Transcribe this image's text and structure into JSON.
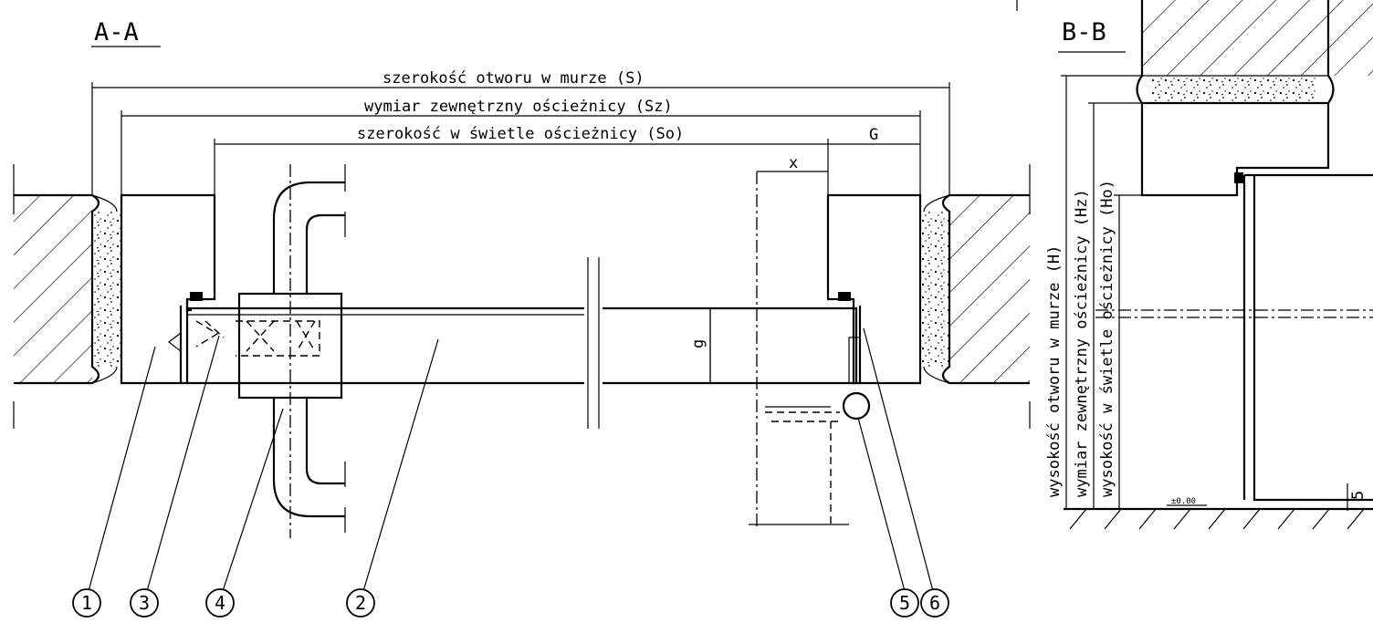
{
  "section_aa": {
    "title": "A-A",
    "dim_opening_width": "szerokość otworu w murze (S)",
    "dim_frame_outer_width": "wymiar zewnętrzny ościeżnicy (Sz)",
    "dim_frame_clear_width": "szerokość w świetle ościeżnicy (So)",
    "dim_g_upper": "G",
    "dim_x": "x",
    "dim_g_lower": "g"
  },
  "section_bb": {
    "title": "B-B",
    "dim_opening_height": "wysokość otworu w murze (H)",
    "dim_frame_outer_height": "wymiar zewnętrzny ościeżnicy (Hz)",
    "dim_frame_clear_height": "wysokość w świetle ościeżnicy (Ho)",
    "level_mark": "±0.00",
    "dim_5": "5"
  },
  "callouts": [
    "1",
    "3",
    "4",
    "2",
    "5",
    "6"
  ]
}
